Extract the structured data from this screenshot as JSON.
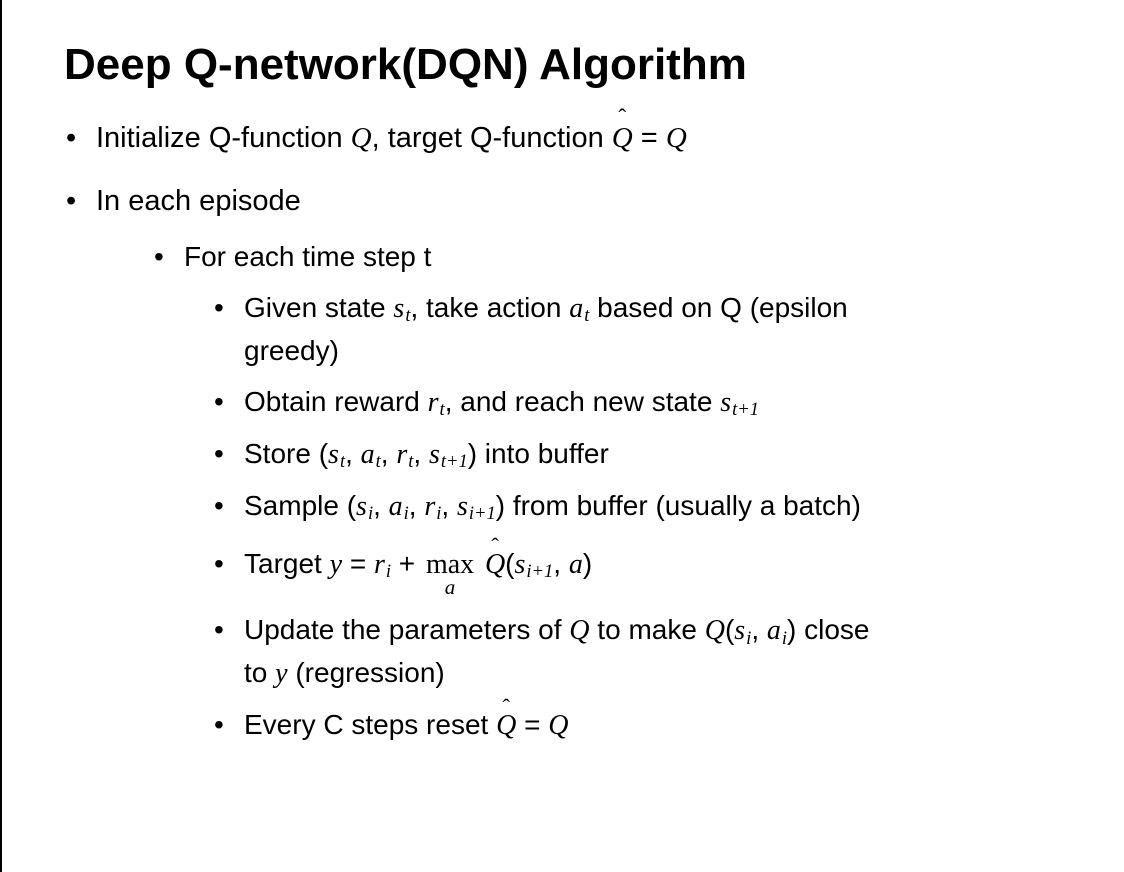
{
  "slide": {
    "title": "Deep Q-network(DQN) Algorithm",
    "bullet_glyph": "•",
    "colors": {
      "background": "#ffffff",
      "text": "#000000",
      "edge_line": "#000000"
    },
    "bullets": [
      {
        "level": 1,
        "runs": [
          {
            "t": "Initialize Q-function "
          },
          {
            "v": "Q"
          },
          {
            "t": ", target Q-function "
          },
          {
            "hat": "Q"
          },
          {
            "t": " = "
          },
          {
            "v": "Q"
          }
        ]
      },
      {
        "level": 1,
        "runs": [
          {
            "t": "In each episode"
          }
        ]
      },
      {
        "level": 2,
        "runs": [
          {
            "t": "For each time step t"
          }
        ]
      },
      {
        "level": 3,
        "runs": [
          {
            "t": "Given state "
          },
          {
            "v": "s",
            "sub": "t"
          },
          {
            "t": ", take action "
          },
          {
            "v": "a",
            "sub": "t"
          },
          {
            "t": " based on Q (epsilon"
          },
          {
            "br": true
          },
          {
            "t": "greedy)"
          }
        ]
      },
      {
        "level": 3,
        "runs": [
          {
            "t": "Obtain reward "
          },
          {
            "v": "r",
            "sub": "t"
          },
          {
            "t": ", and reach new state "
          },
          {
            "v": "s",
            "sub": "t+1"
          }
        ]
      },
      {
        "level": 3,
        "runs": [
          {
            "t": "Store ("
          },
          {
            "v": "s",
            "sub": "t"
          },
          {
            "t": ", "
          },
          {
            "v": "a",
            "sub": "t"
          },
          {
            "t": ", "
          },
          {
            "v": "r",
            "sub": "t"
          },
          {
            "t": ", "
          },
          {
            "v": "s",
            "sub": "t+1"
          },
          {
            "t": ") into buffer"
          }
        ]
      },
      {
        "level": 3,
        "runs": [
          {
            "t": "Sample ("
          },
          {
            "v": "s",
            "sub": "i"
          },
          {
            "t": ", "
          },
          {
            "v": "a",
            "sub": "i"
          },
          {
            "t": ", "
          },
          {
            "v": "r",
            "sub": "i"
          },
          {
            "t": ", "
          },
          {
            "v": "s",
            "sub": "i+1"
          },
          {
            "t": ") from buffer (usually a batch)"
          }
        ]
      },
      {
        "level": 3,
        "tall": true,
        "runs": [
          {
            "t": "Target "
          },
          {
            "v": "y"
          },
          {
            "t": " = "
          },
          {
            "v": "r",
            "sub": "i"
          },
          {
            "t": " + "
          },
          {
            "max": "max",
            "under": "a"
          },
          {
            "t": " "
          },
          {
            "hat": "Q"
          },
          {
            "t": "("
          },
          {
            "v": "s",
            "sub": "i+1"
          },
          {
            "t": ", "
          },
          {
            "v": "a"
          },
          {
            "t": ")"
          }
        ]
      },
      {
        "level": 3,
        "runs": [
          {
            "t": "Update the parameters of "
          },
          {
            "v": "Q"
          },
          {
            "t": " to make "
          },
          {
            "v": "Q"
          },
          {
            "t": "("
          },
          {
            "v": "s",
            "sub": "i"
          },
          {
            "t": ", "
          },
          {
            "v": "a",
            "sub": "i"
          },
          {
            "t": ") close"
          },
          {
            "br": true
          },
          {
            "t": "to "
          },
          {
            "v": "y"
          },
          {
            "t": " (regression)"
          }
        ]
      },
      {
        "level": 3,
        "runs": [
          {
            "t": "Every C steps reset "
          },
          {
            "hat": "Q"
          },
          {
            "t": " = "
          },
          {
            "v": "Q"
          }
        ]
      }
    ]
  }
}
